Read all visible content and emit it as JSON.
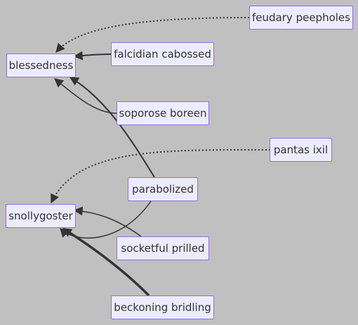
{
  "diagram": {
    "nodes": {
      "feudary_peepholes": "feudary peepholes",
      "blessedness": "blessedness",
      "falcidian_cabossed": "falcidian cabossed",
      "soporose_boreen": "soporose boreen",
      "pantas_ixil": "pantas ixil",
      "parabolized": "parabolized",
      "snollygoster": "snollygoster",
      "socketful_prilled": "socketful prilled",
      "beckoning_bridling": "beckoning bridling"
    },
    "edges": [
      {
        "from": "feudary peepholes",
        "to": "blessedness",
        "style": "dotted"
      },
      {
        "from": "falcidian cabossed",
        "to": "blessedness",
        "style": "solid"
      },
      {
        "from": "soporose boreen",
        "to": "blessedness",
        "style": "solid"
      },
      {
        "from": "parabolized",
        "to": "blessedness",
        "style": "solid"
      },
      {
        "from": "pantas ixil",
        "to": "snollygoster",
        "style": "dotted"
      },
      {
        "from": "parabolized",
        "to": "snollygoster",
        "style": "solid"
      },
      {
        "from": "socketful prilled",
        "to": "snollygoster",
        "style": "solid"
      },
      {
        "from": "beckoning bridling",
        "to": "snollygoster",
        "style": "thick"
      }
    ]
  },
  "colors": {
    "background": "#c0c0c0",
    "node_fill": "#ececff",
    "node_border": "#9370db",
    "edge": "#333333",
    "text": "#333333"
  }
}
